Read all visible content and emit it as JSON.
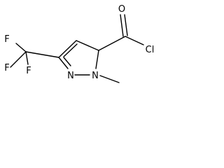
{
  "structure": {
    "colors": {
      "ink": "#000000",
      "background": "#ffffff"
    },
    "atoms": [
      {
        "id": "F1",
        "label": "F"
      },
      {
        "id": "F2",
        "label": "F"
      },
      {
        "id": "F3",
        "label": "F"
      },
      {
        "id": "N1",
        "label": "N"
      },
      {
        "id": "N2",
        "label": "N"
      },
      {
        "id": "O1",
        "label": "O"
      },
      {
        "id": "Cl1",
        "label": "Cl"
      }
    ]
  }
}
